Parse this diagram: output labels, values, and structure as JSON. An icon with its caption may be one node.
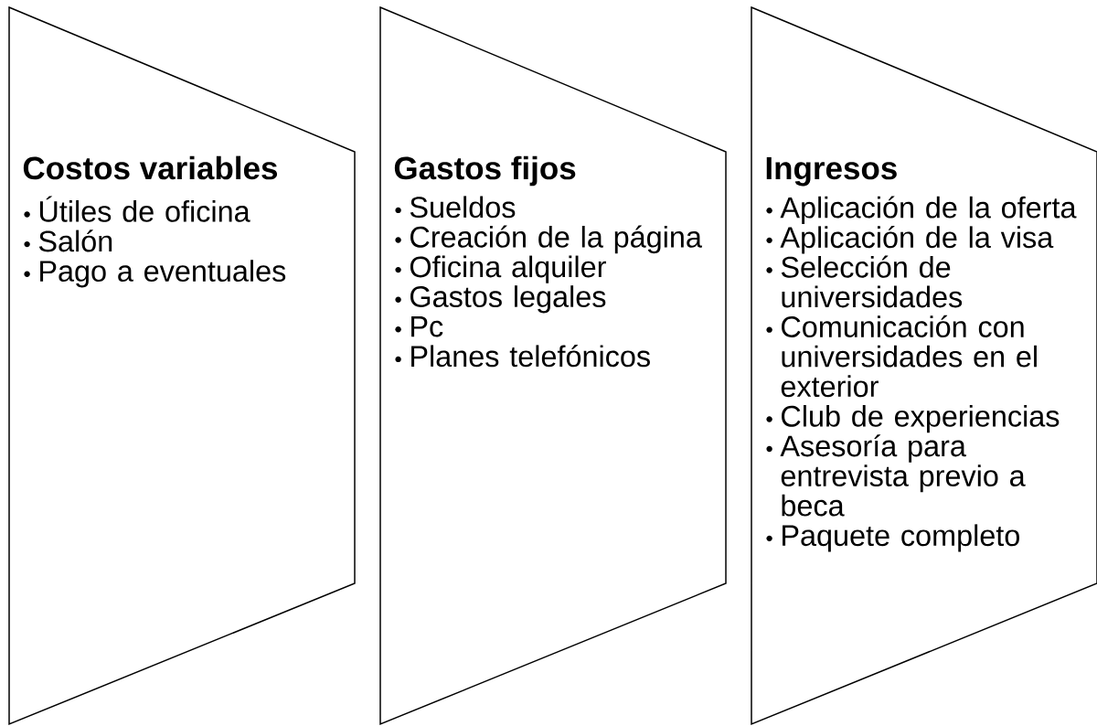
{
  "diagram": {
    "nodes": [
      {
        "text": [
          "Costos variables",
          "Útiles de oficina",
          "Salón",
          "Pago a eventuales"
        ]
      },
      {
        "text": [
          "Gastos fijos",
          "Sueldos",
          "Creación de la página",
          "Oficina alquiler",
          "Gastos legales",
          "Pc",
          "Planes telefónicos"
        ]
      },
      {
        "text": [
          "Ingresos",
          "Aplicación de la oferta",
          "Aplicación de la visa",
          "Selección de universidades",
          "Comunicación con universidades en el exterior",
          "Club de experiencias",
          "Asesoría para entrevista previo a beca",
          "Paquete completo"
        ]
      }
    ]
  }
}
